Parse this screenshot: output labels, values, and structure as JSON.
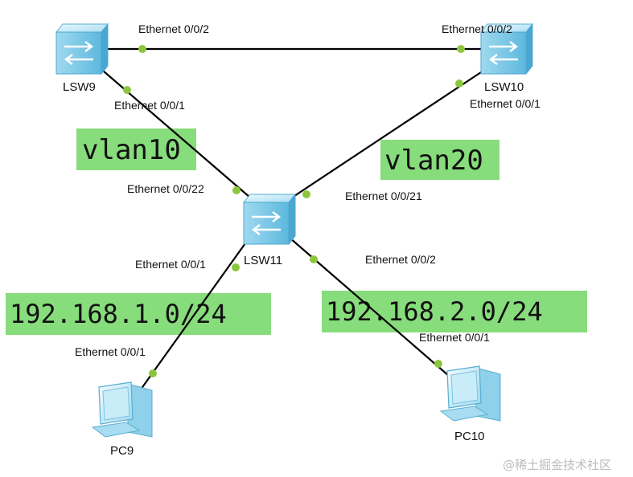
{
  "devices": {
    "lsw9": "LSW9",
    "lsw10": "LSW10",
    "lsw11": "LSW11",
    "pc9": "PC9",
    "pc10": "PC10"
  },
  "ports": {
    "lsw9_top": "Ethernet 0/0/2",
    "lsw10_top": "Ethernet 0/0/2",
    "lsw9_down": "Ethernet 0/0/1",
    "lsw10_down": "Ethernet 0/0/1",
    "lsw11_left": "Ethernet 0/0/22",
    "lsw11_right": "Ethernet 0/0/21",
    "lsw11_pc9": "Ethernet 0/0/1",
    "lsw11_pc10": "Ethernet 0/0/2",
    "pc9_port": "Ethernet 0/0/1",
    "pc10_port": "Ethernet 0/0/1"
  },
  "highlights": {
    "vlan10": "vlan10",
    "vlan20": "vlan20",
    "net1": "192.168.1.0/24",
    "net2": "192.168.2.0/24"
  },
  "watermark": "@稀土掘金技术社区",
  "colors": {
    "link": "#000000",
    "port_dot": "#8cc63f",
    "highlight_bg": "#87dc7b",
    "device_blue": "#7ecbe8"
  }
}
